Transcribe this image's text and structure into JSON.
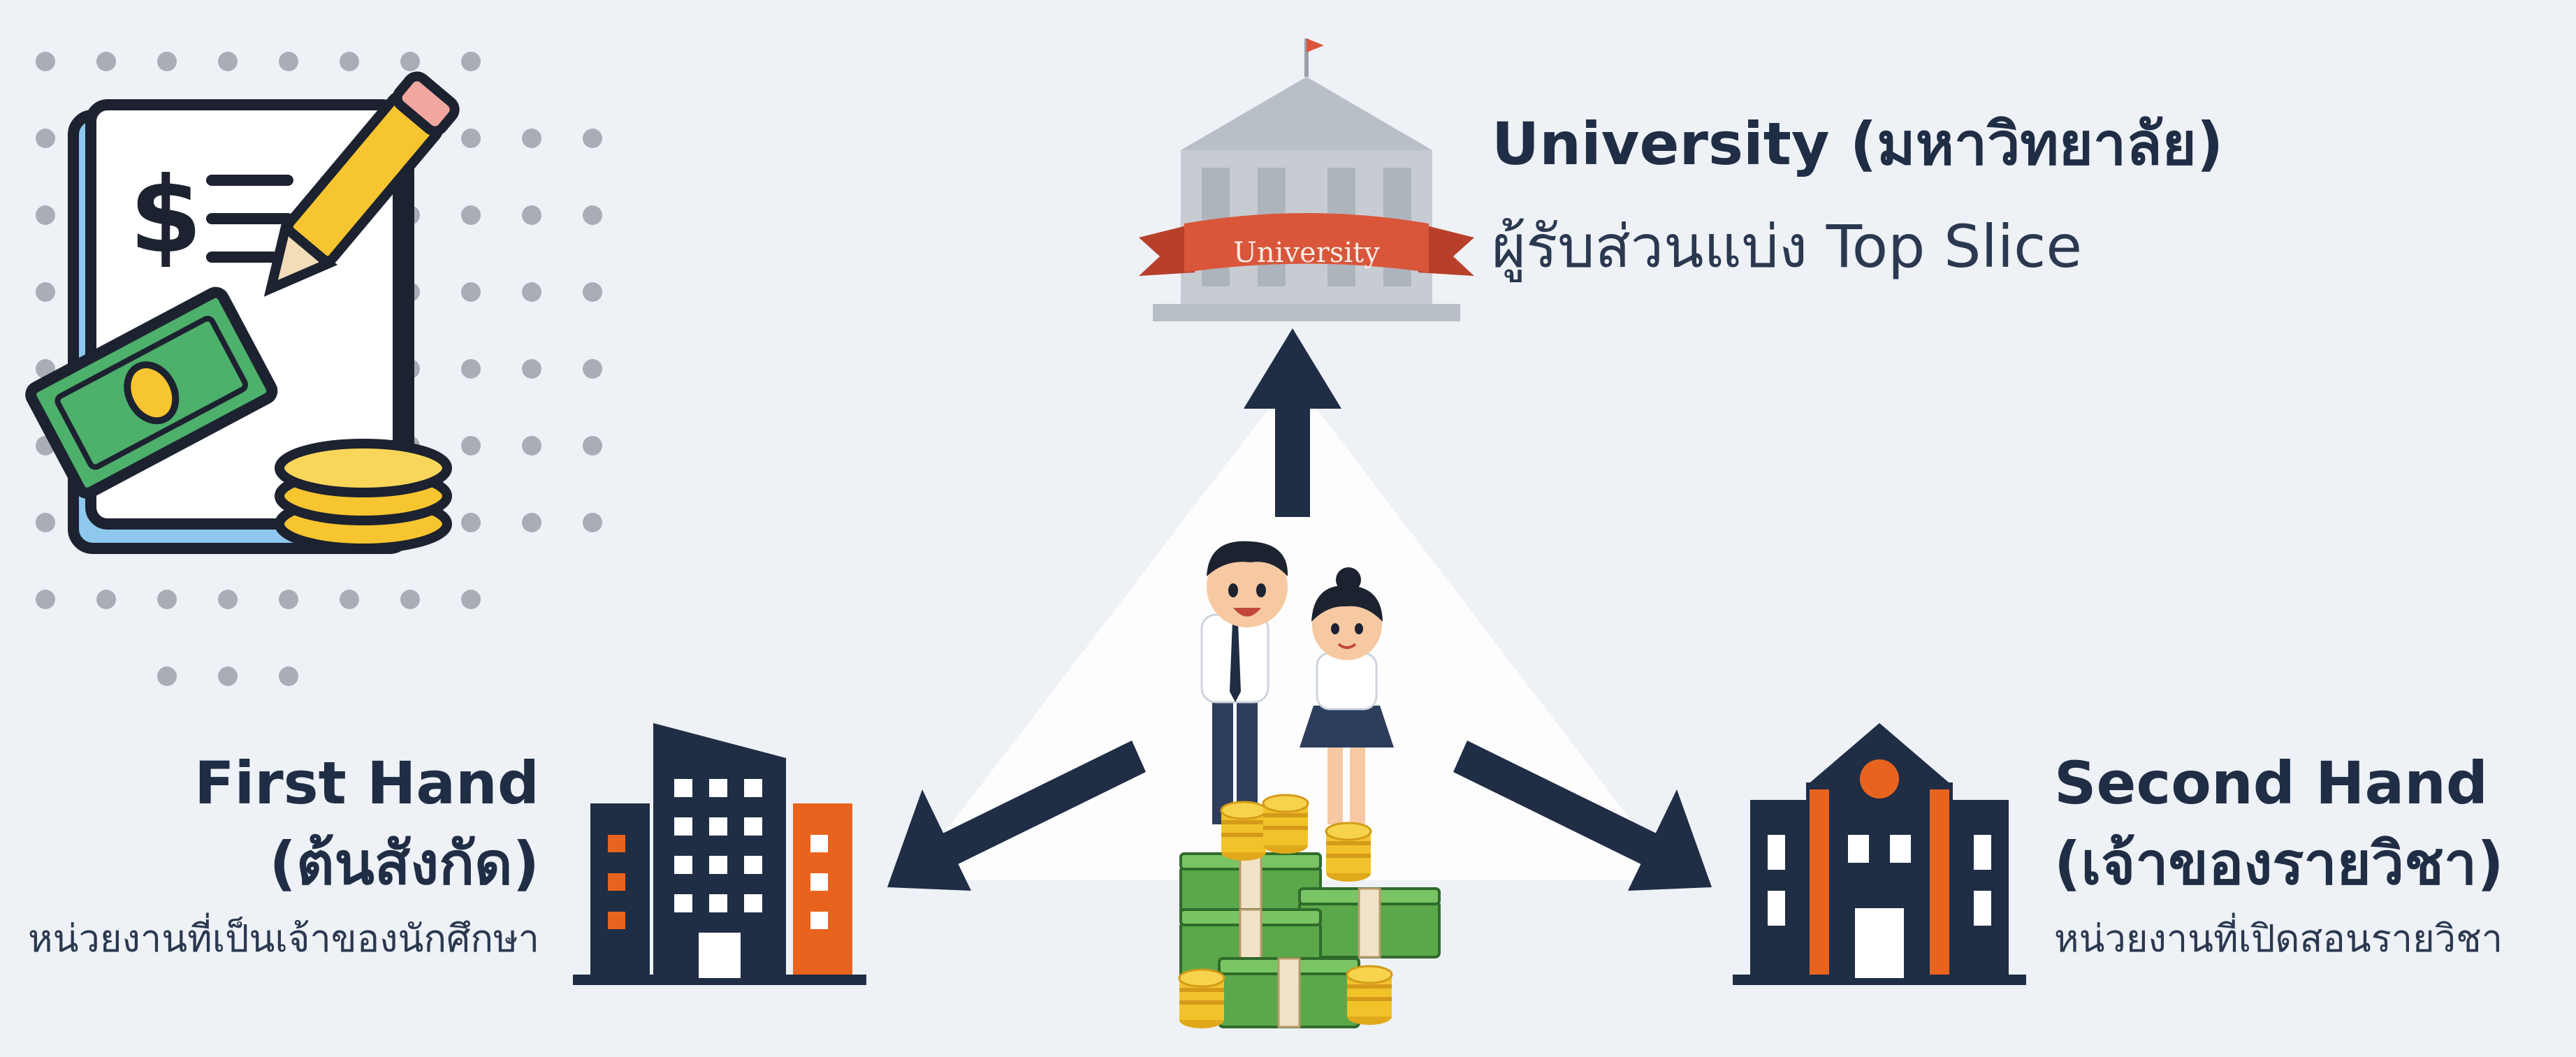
{
  "university": {
    "title": "University (มหาวิทยาลัย)",
    "subtitle": "ผู้รับส่วนแบ่ง Top Slice",
    "banner_text": "University"
  },
  "first_hand": {
    "title": "First Hand",
    "title_thai": "(ต้นสังกัด)",
    "subtitle": "หน่วยงานที่เป็นเจ้าของนักศึกษา"
  },
  "second_hand": {
    "title": "Second Hand",
    "title_thai": "(เจ้าของรายวิชา)",
    "subtitle": "หน่วยงานที่เปิดสอนรายวิชา"
  },
  "icons": {
    "invoice": "invoice-icon",
    "pencil": "pencil-icon",
    "cash": "cash-icon",
    "coins": "coin-stack-icon",
    "university_building": "university-building-icon",
    "office_building": "office-building-icon",
    "school_building": "school-building-icon",
    "students": "students-icon",
    "money_pile": "money-pile-icon"
  },
  "colors": {
    "background": "#eef1f5",
    "navy": "#1f2d45",
    "orange": "#e8641e",
    "money_green": "#5aa84a",
    "gold": "#f2c22b",
    "banner_red": "#d9563a"
  }
}
